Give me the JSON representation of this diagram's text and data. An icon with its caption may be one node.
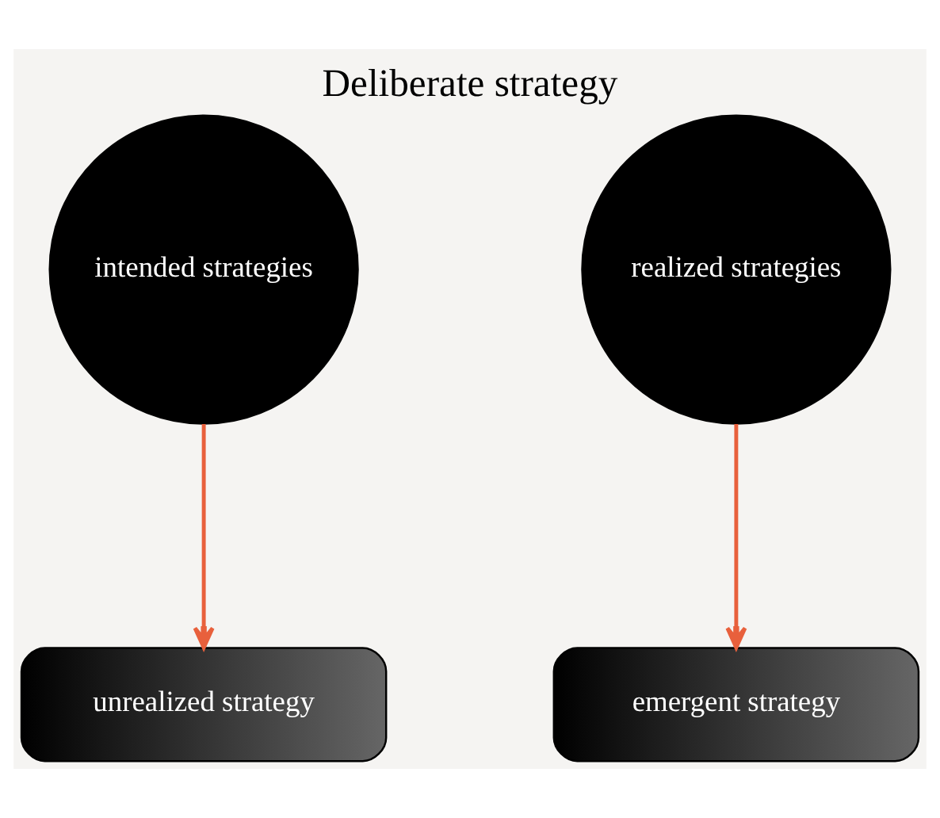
{
  "diagram": {
    "title": "Deliberate strategy",
    "nodes": [
      {
        "text": [
          "intended strategies"
        ]
      },
      {
        "text": [
          "realized strategies"
        ]
      },
      {
        "text": [
          "unrealized strategy"
        ]
      },
      {
        "text": [
          "emergent strategy"
        ]
      }
    ],
    "edges": [
      {
        "from": 0,
        "to": 2,
        "arrow": "to"
      },
      {
        "from": 1,
        "to": 3,
        "arrow": "to"
      }
    ]
  }
}
